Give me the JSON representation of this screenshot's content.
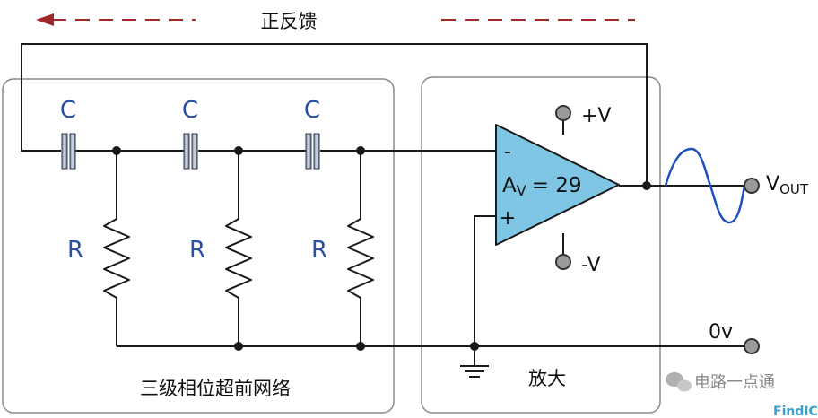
{
  "feedback_label": "正反馈",
  "phase_network_label": "三级相位超前网络",
  "amplifier_label": "放大",
  "capacitor_label": "C",
  "resistor_label": "R",
  "opamp": {
    "gain_prefix": "A",
    "gain_sub": "V",
    "gain_value": "= 29",
    "minus": "-",
    "plus": "+"
  },
  "supply_pos": "+V",
  "supply_neg": "-V",
  "ground_label": "0v",
  "output": {
    "prefix": "V",
    "sub": "OUT"
  },
  "watermark": {
    "channel": "电路一点通",
    "site": "FindIC"
  },
  "colors": {
    "wire": "#1a1a1a",
    "label_blue": "#2b4fa3",
    "arrow_red": "#a0282a",
    "opamp_fill": "#7fc6e4",
    "sine": "#1f4fbf",
    "terminal": "#9a9a9a",
    "box_border": "#8a8a8a"
  }
}
